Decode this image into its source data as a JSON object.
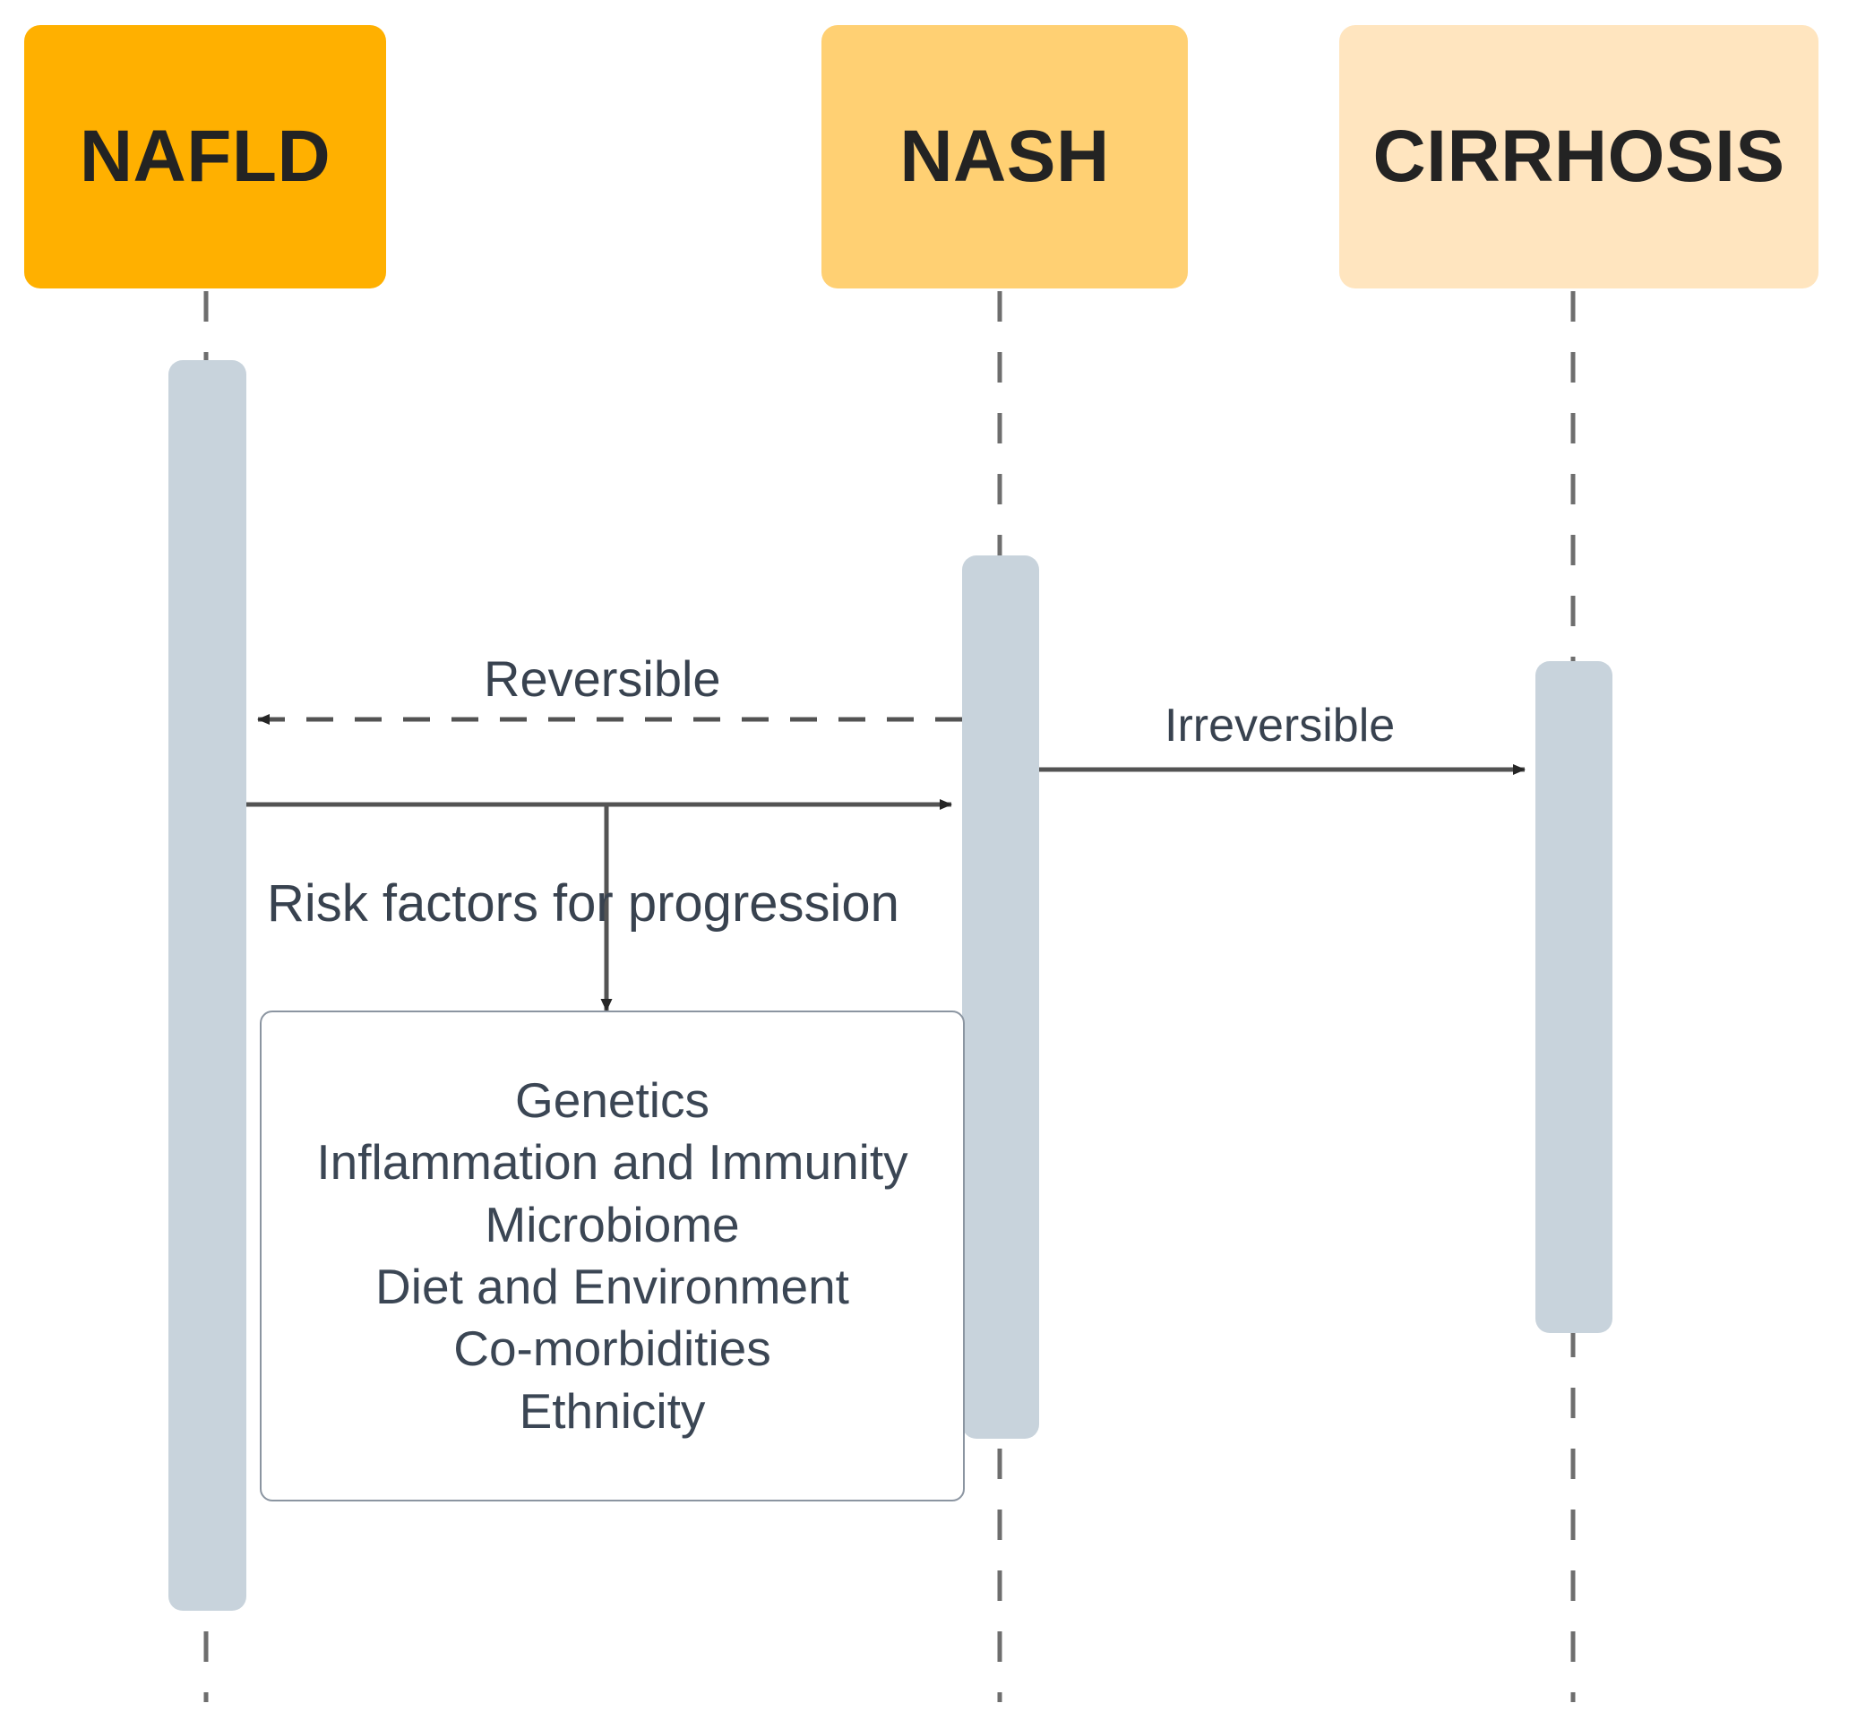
{
  "diagram": {
    "type": "sequence-diagram",
    "title": "NAFLD to NASH to Cirrhosis progression",
    "background_color": "#ffffff",
    "lifeline_color": "#6e6e6e",
    "activation_color": "#c8d3dc",
    "text_color": "#36404d"
  },
  "actors": [
    {
      "id": "nafld",
      "label": "NAFLD",
      "fill": "#ffb000",
      "text_color": "#232323"
    },
    {
      "id": "nash",
      "label": "NASH",
      "fill": "#ffd073",
      "text_color": "#232323"
    },
    {
      "id": "cirrhosis",
      "label": "CIRRHOSIS",
      "fill": "#ffe5bf",
      "text_color": "#232323"
    }
  ],
  "messages": [
    {
      "id": "reversible",
      "label": "Reversible",
      "from": "nash",
      "to": "nafld",
      "line_style": "dashed",
      "direction": "left"
    },
    {
      "id": "progression",
      "label": "",
      "from": "nafld",
      "to": "nash",
      "line_style": "solid",
      "direction": "right"
    },
    {
      "id": "irreversible",
      "label": "Irreversible",
      "from": "nash",
      "to": "cirrhosis",
      "line_style": "solid",
      "direction": "right"
    }
  ],
  "note": {
    "caption": "Risk factors for progression",
    "items": [
      "Genetics",
      "Inflammation and Immunity",
      "Microbiome",
      "Diet and Environment",
      "Co-morbidities",
      "Ethnicity"
    ]
  }
}
